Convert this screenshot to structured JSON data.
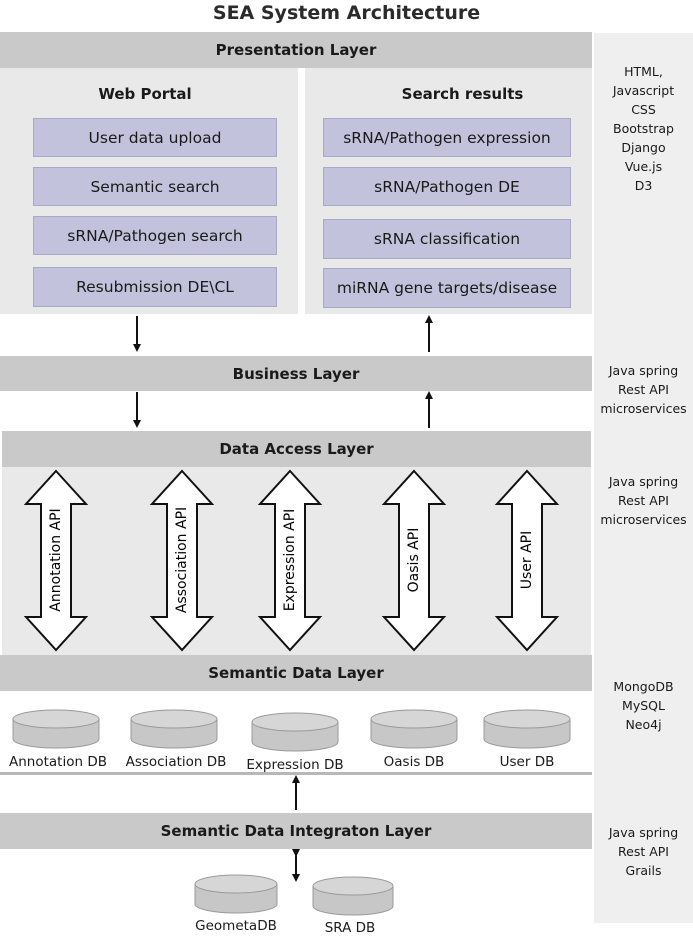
{
  "title": "SEA System Architecture",
  "layers": {
    "presentation": "Presentation Layer",
    "business": "Business Layer",
    "data_access": "Data Access Layer",
    "semantic_data": "Semantic Data Layer",
    "integration": "Semantic Data Integraton Layer"
  },
  "web_portal": {
    "title": "Web Portal",
    "items": [
      "User data upload",
      "Semantic search",
      "sRNA/Pathogen search",
      "Resubmission DE\\CL"
    ]
  },
  "search_results": {
    "title": "Search results",
    "items": [
      "sRNA/Pathogen expression",
      "sRNA/Pathogen DE",
      "sRNA classification",
      "miRNA gene targets/disease"
    ]
  },
  "apis": [
    "Annotation API",
    "Association API",
    "Expression API",
    "Oasis API",
    "User API"
  ],
  "databases": [
    "Annotation DB",
    "Association DB",
    "Expression DB",
    "Oasis DB",
    "User DB"
  ],
  "source_databases": [
    "GeometaDB",
    "SRA DB"
  ],
  "tech": {
    "presentation": [
      "HTML,",
      "Javascript",
      "CSS",
      "Bootstrap",
      "Django",
      "Vue.js",
      "D3"
    ],
    "business": [
      "Java spring",
      "Rest API",
      "microservices"
    ],
    "data_access": [
      "Java spring",
      "Rest API",
      "microservices"
    ],
    "semantic_data": [
      "MongoDB",
      "MySQL",
      "Neo4j"
    ],
    "integration": [
      "Java spring",
      "Rest API",
      "Grails"
    ]
  },
  "colors": {
    "band": "#c9c9c9",
    "panel": "#e9e9e9",
    "item": "#c3c2dc",
    "db": "#c7c7c7"
  }
}
